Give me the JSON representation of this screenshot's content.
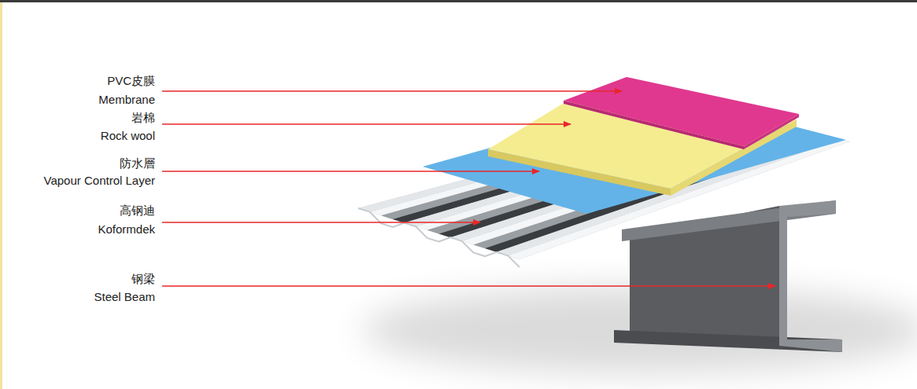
{
  "diagram": {
    "labels": [
      "PVC皮膜",
      "Membrane",
      "岩棉",
      "Rock wool",
      "防水層",
      "Vapour Control Layer",
      "高钢迪",
      "Koformdek",
      "钢梁",
      "Steel Beam"
    ]
  }
}
